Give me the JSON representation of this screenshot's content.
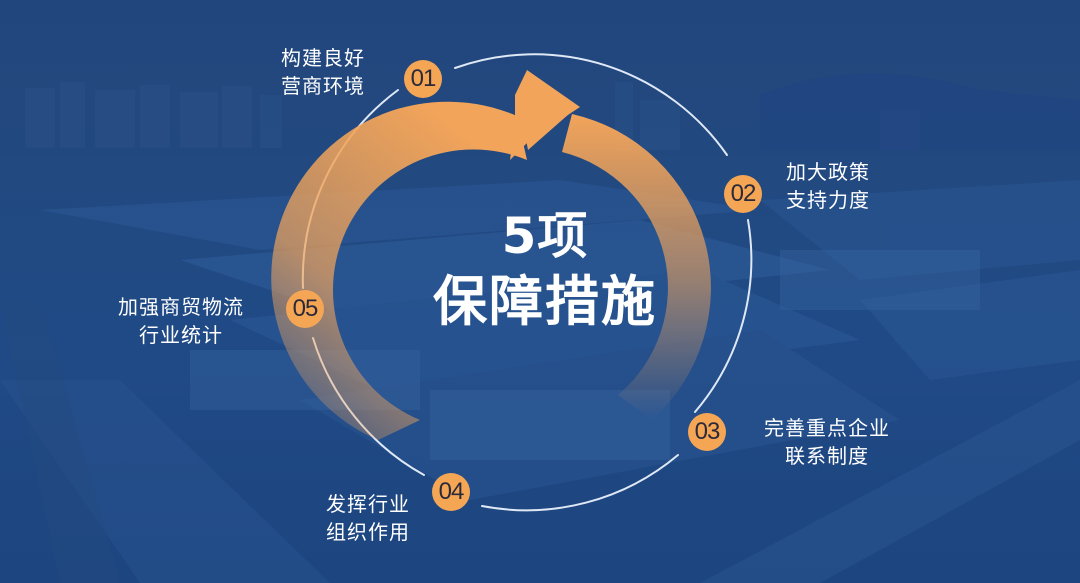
{
  "title": {
    "line1": "5项",
    "line2": "保障措施"
  },
  "items": [
    {
      "number": "01",
      "lines": [
        "构建良好",
        "营商环境"
      ]
    },
    {
      "number": "02",
      "lines": [
        "加大政策",
        "支持力度"
      ]
    },
    {
      "number": "03",
      "lines": [
        "完善重点企业",
        "联系制度"
      ]
    },
    {
      "number": "04",
      "lines": [
        "发挥行业",
        "组织作用"
      ]
    },
    {
      "number": "05",
      "lines": [
        "加强商贸物流",
        "行业统计"
      ]
    }
  ],
  "colors": {
    "background": "#1f4883",
    "badge": "#f5a655",
    "badge_text": "#2a2a3a",
    "arrow": "#f2a45a",
    "ring": "#dfe8f5",
    "text": "#ffffff"
  },
  "icons": {
    "arrow": "curved-arrow-icon",
    "ring": "cycle-ring"
  }
}
